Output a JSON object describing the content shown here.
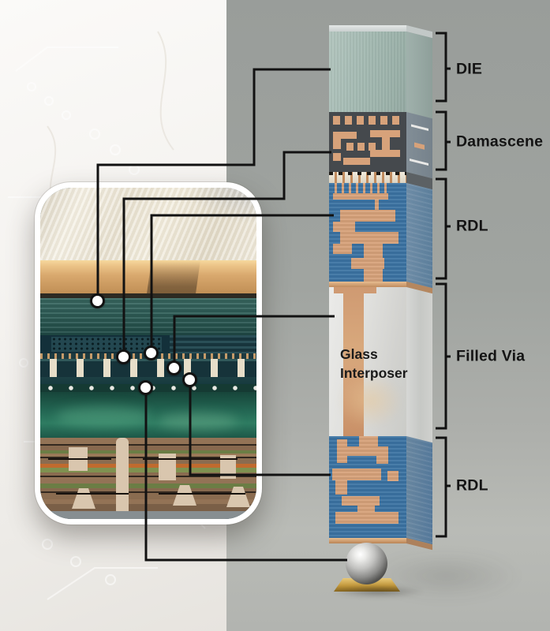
{
  "diagram": {
    "title": "Glass interposer package cross-section",
    "labels": {
      "die": "DIE",
      "damascene": "Damascene",
      "rdl_top": "RDL",
      "filled_via": "Filled Via",
      "rdl_bottom": "RDL",
      "glass_interposer_line1": "Glass",
      "glass_interposer_line2": "Interposer"
    },
    "callouts": [
      {
        "target": "die"
      },
      {
        "target": "damascene"
      },
      {
        "target": "rdl-top"
      },
      {
        "target": "filled-via"
      },
      {
        "target": "rdl-bottom"
      },
      {
        "target": "solder-ball"
      }
    ],
    "colors": {
      "background_left": "#f3f1ee",
      "background_right": "#a0a4a0",
      "annotation_line": "#121212",
      "label_text": "#141414",
      "die_block": "#a3b9b1",
      "damascene_block": "#45494d",
      "copper": "#d7a27a",
      "rdl_blue": "#3b73a3",
      "glass": "#e0e0dd",
      "solder_ball": "#c2c2c0",
      "pad_gold": "#c49a3e"
    }
  }
}
